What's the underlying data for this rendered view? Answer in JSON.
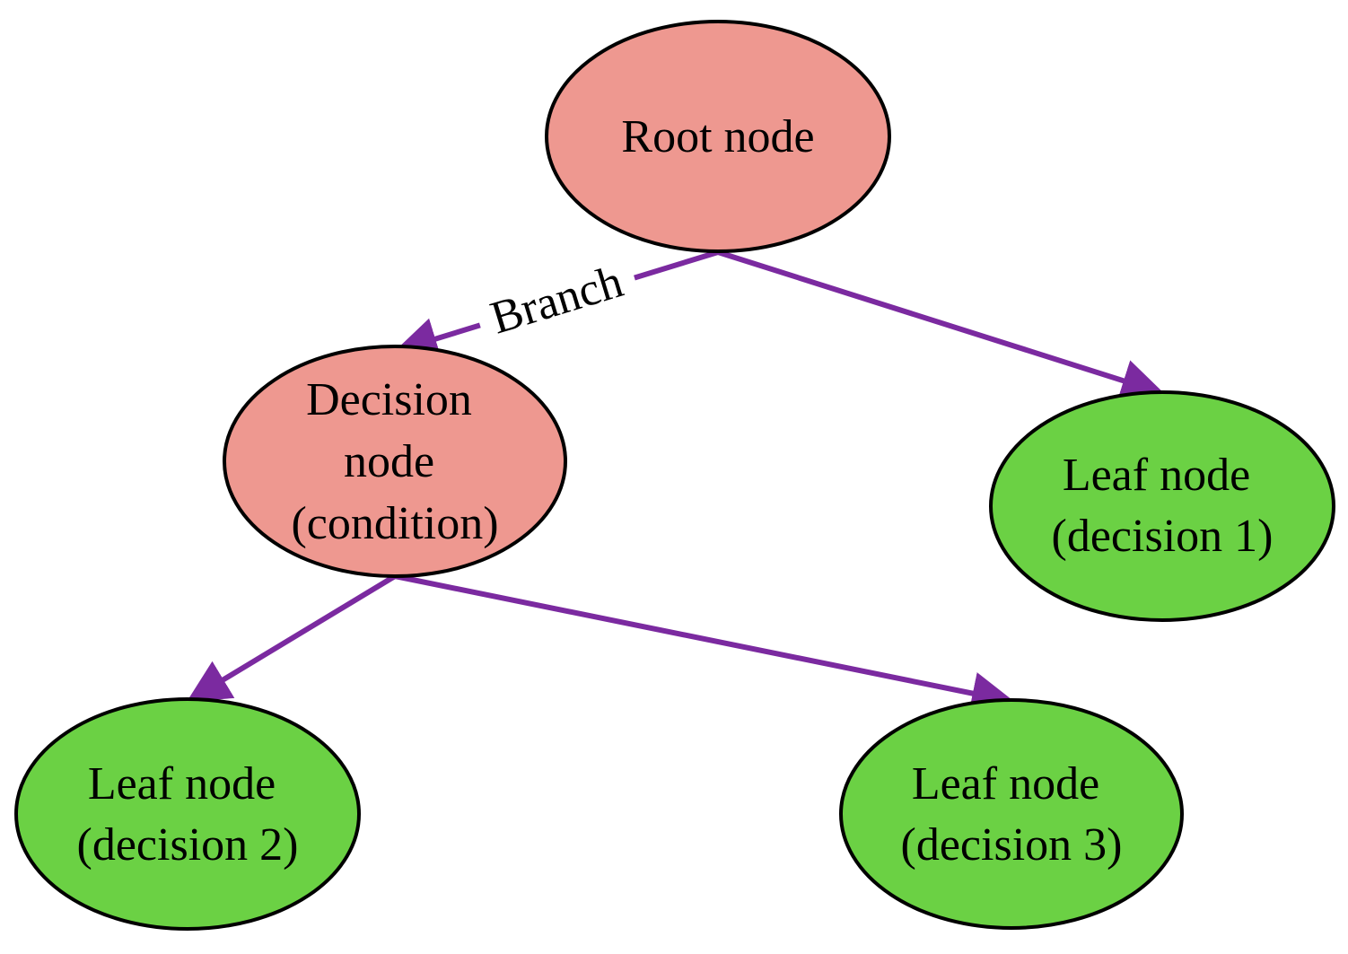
{
  "colors": {
    "internal_node_fill": "#ee9890",
    "leaf_node_fill": "#6bd144",
    "edge_color": "#7b2aa0",
    "outline": "#000000"
  },
  "nodes": {
    "root": {
      "lines": [
        "Root node"
      ],
      "kind": "internal"
    },
    "decision": {
      "lines": [
        "Decision",
        "node",
        "(condition)"
      ],
      "kind": "internal"
    },
    "leaf1": {
      "lines": [
        "Leaf node",
        "(decision 1)"
      ],
      "kind": "leaf"
    },
    "leaf2": {
      "lines": [
        "Leaf node",
        "(decision 2)"
      ],
      "kind": "leaf"
    },
    "leaf3": {
      "lines": [
        "Leaf node",
        "(decision 3)"
      ],
      "kind": "leaf"
    }
  },
  "edges": [
    {
      "from": "root",
      "to": "decision",
      "label": "Branch"
    },
    {
      "from": "root",
      "to": "leaf1"
    },
    {
      "from": "decision",
      "to": "leaf2"
    },
    {
      "from": "decision",
      "to": "leaf3"
    }
  ]
}
